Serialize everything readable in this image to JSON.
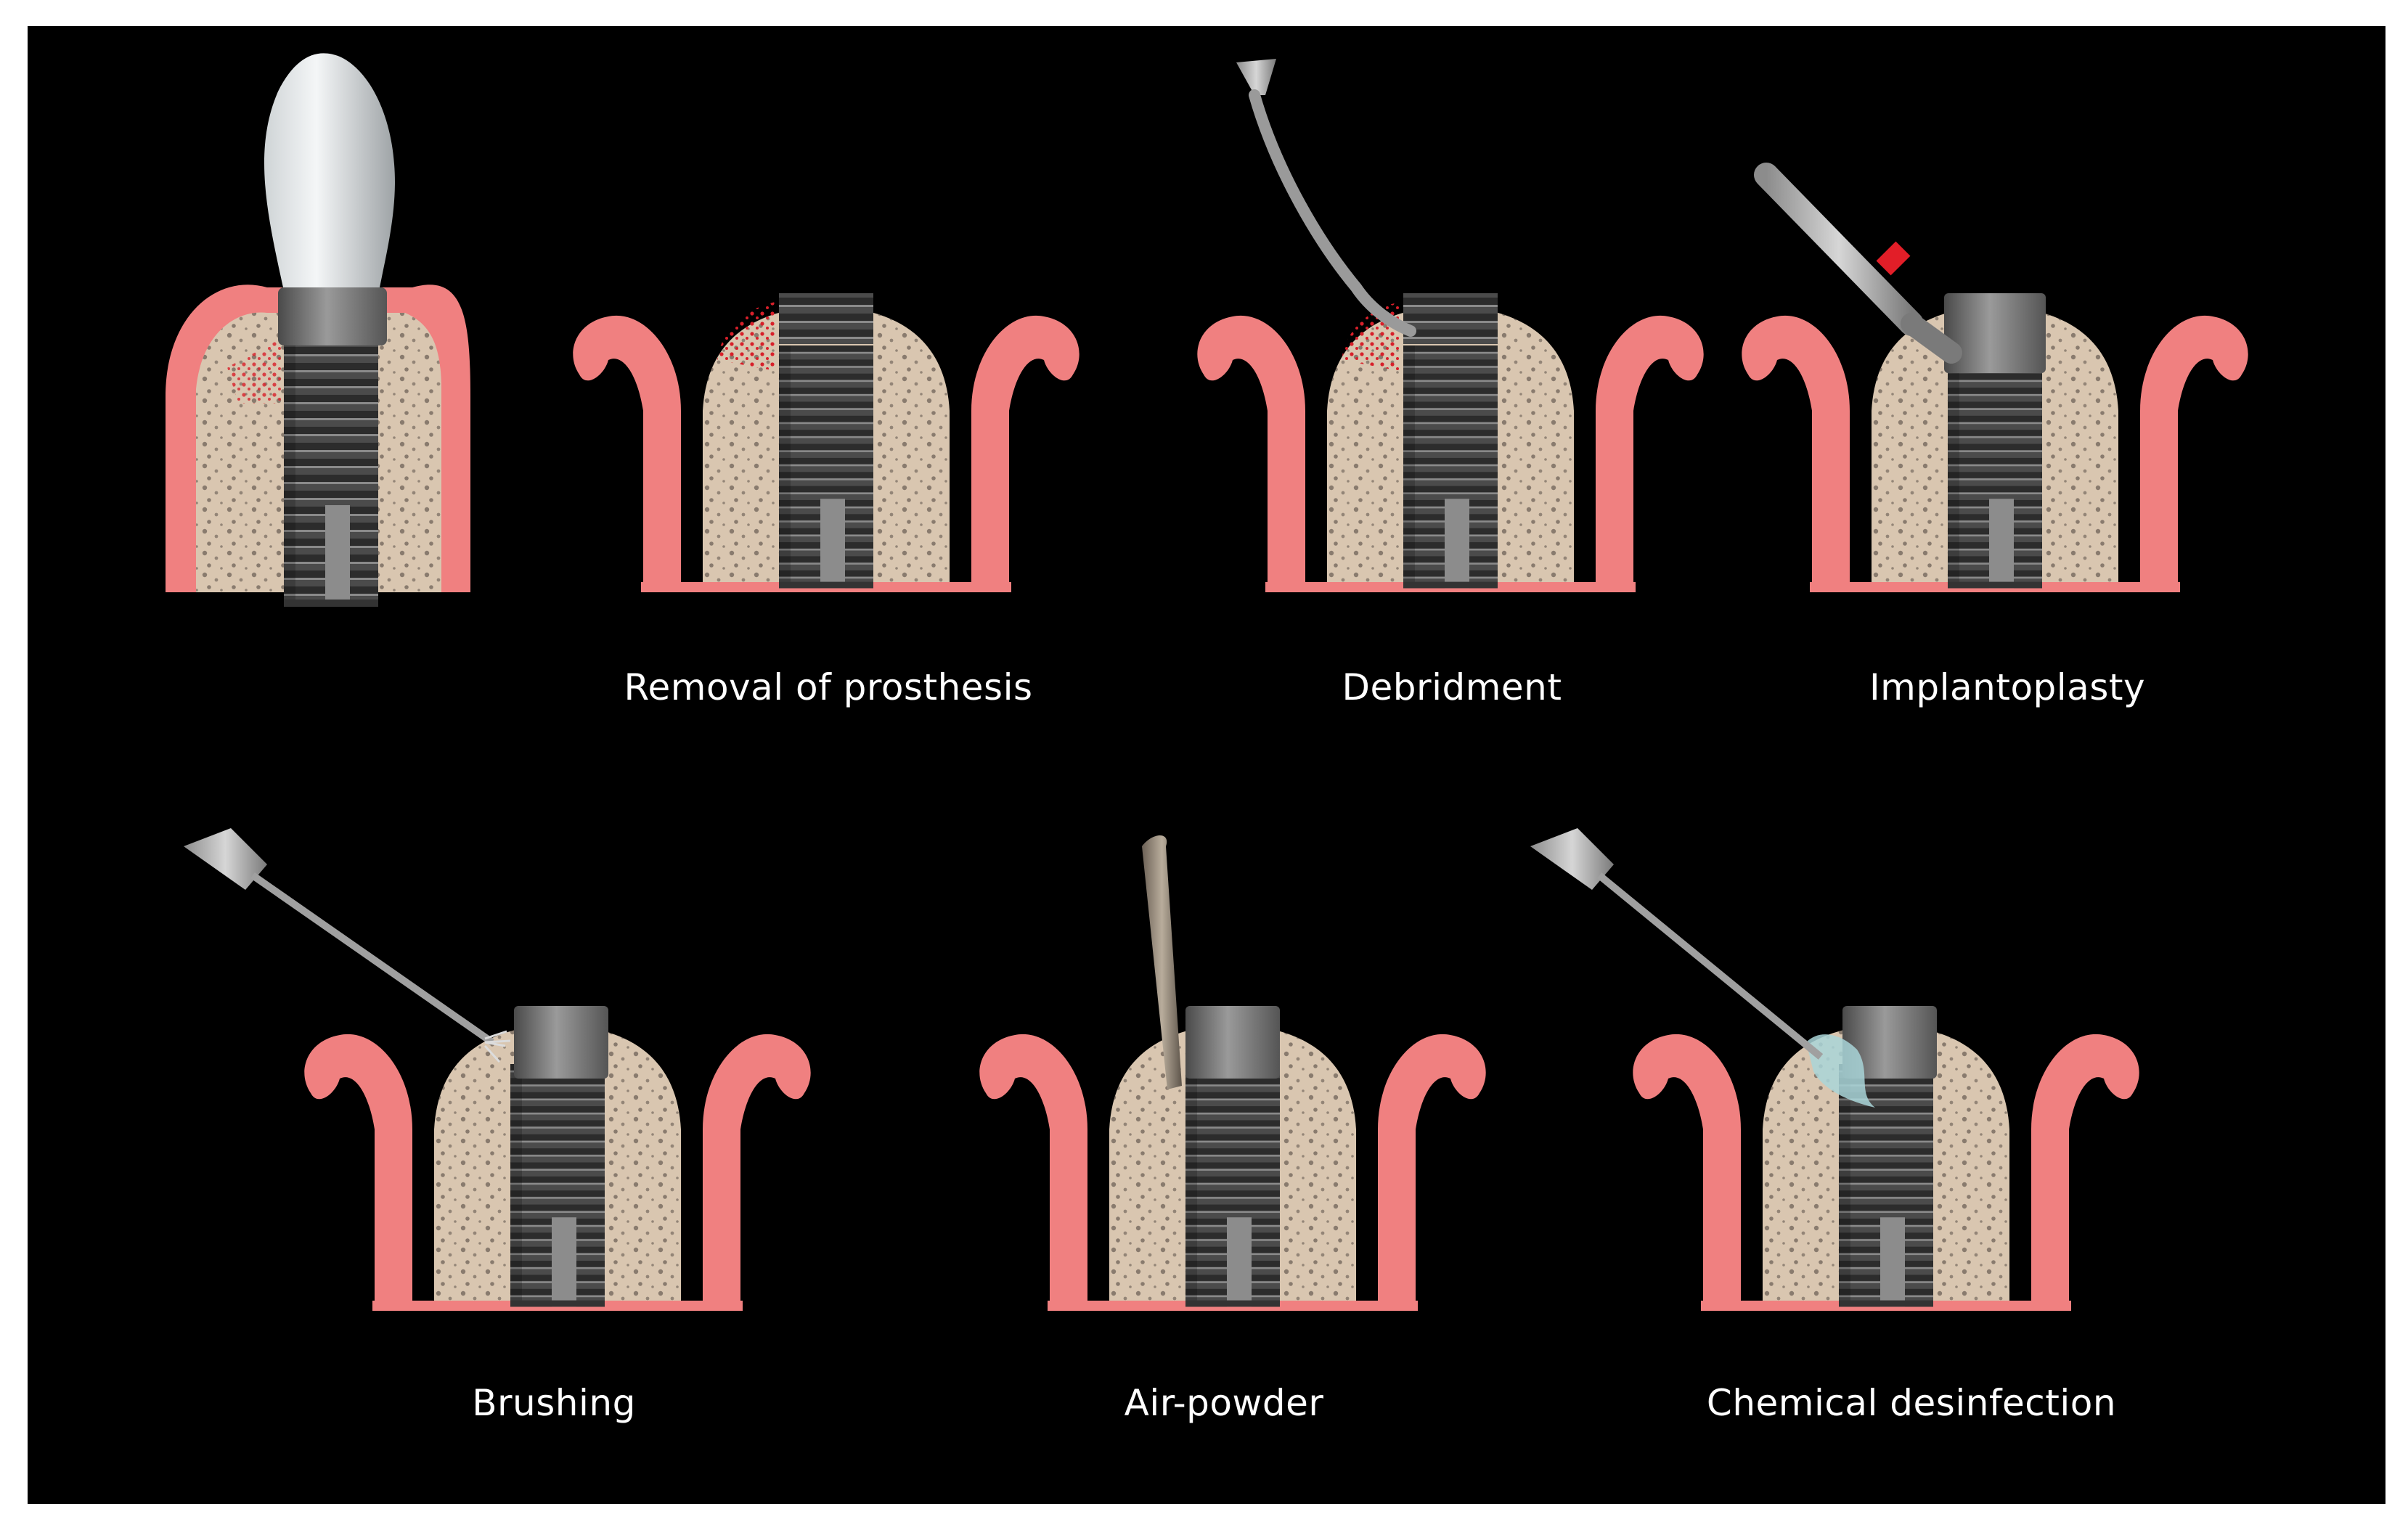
{
  "stages": [
    {
      "id": "initial",
      "caption": "",
      "tool": "crown"
    },
    {
      "id": "removal",
      "caption": "Removal of prosthesis",
      "tool": "none"
    },
    {
      "id": "debridement",
      "caption": "Debridment",
      "tool": "curette"
    },
    {
      "id": "implantoplasty",
      "caption": "Implantoplasty",
      "tool": "bur"
    },
    {
      "id": "brushing",
      "caption": "Brushing",
      "tool": "brush"
    },
    {
      "id": "air-powder",
      "caption": "Air-powder",
      "tool": "air-powder-tip"
    },
    {
      "id": "chemical",
      "caption": "Chemical desinfection",
      "tool": "applicator"
    }
  ],
  "colors": {
    "background": "#000000",
    "gingiva": "#f08080",
    "bone": "#d9c6b0",
    "implant": "#5a5a5a",
    "inflammation": "#d8202a",
    "caption": "#ffffff"
  }
}
